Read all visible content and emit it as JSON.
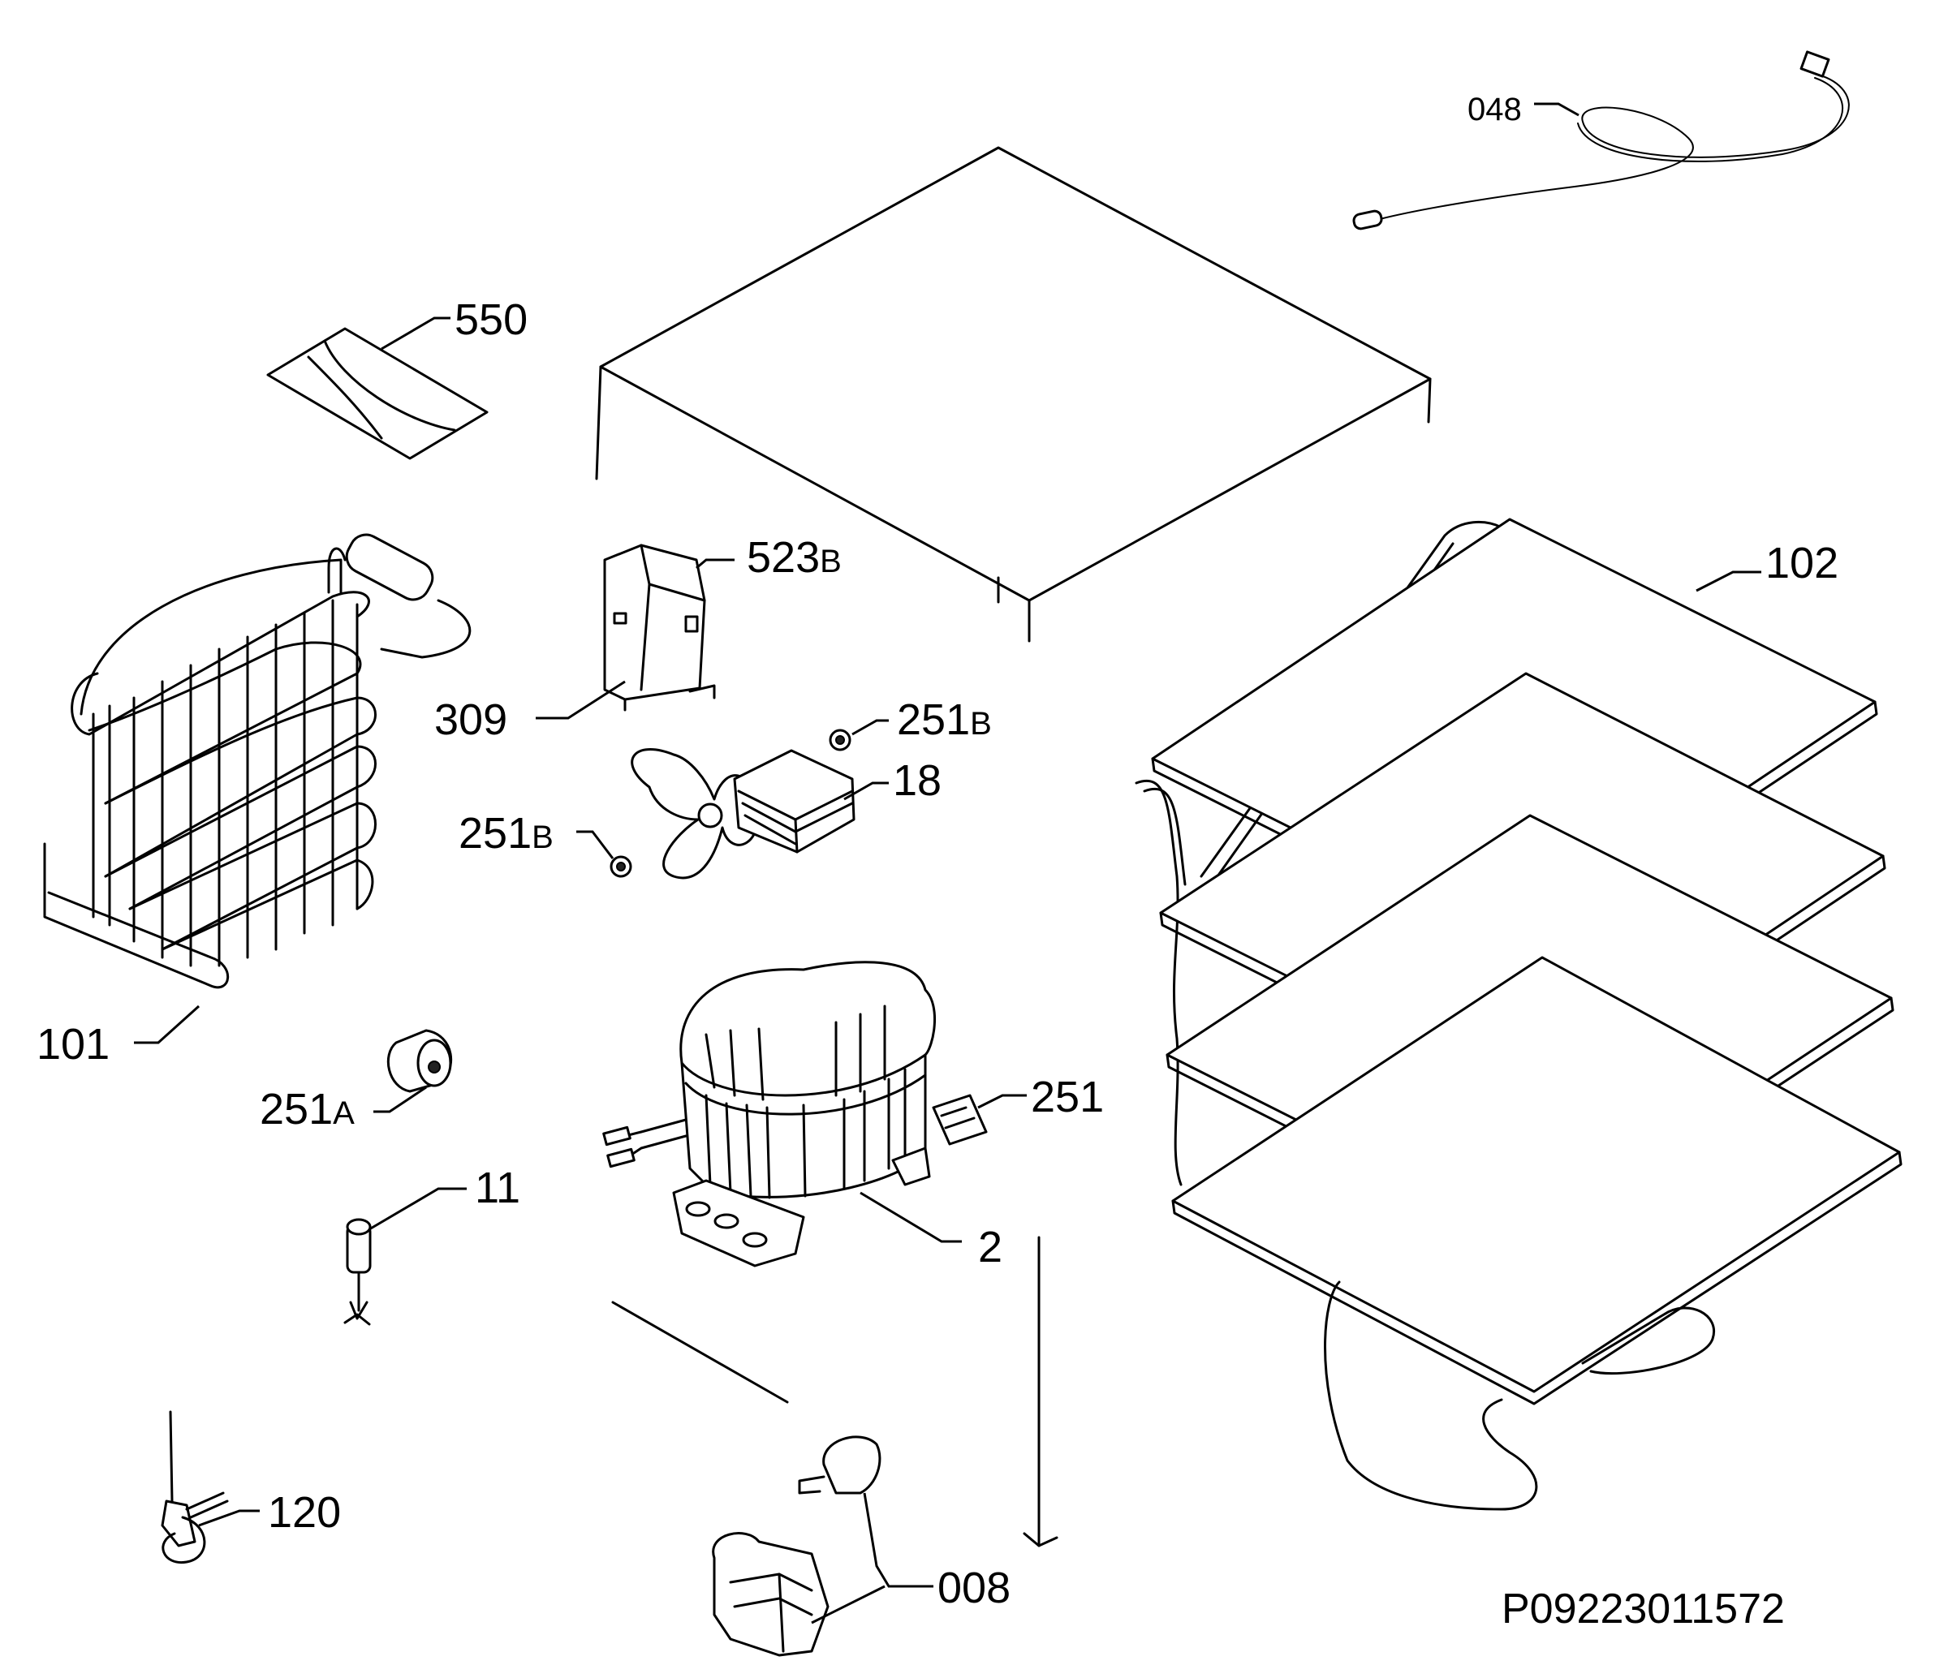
{
  "labels": {
    "p048": "048",
    "p550": "550",
    "p523": "523",
    "p523_suffix": "B",
    "p102": "102",
    "p309": "309",
    "p251b_right": "251",
    "p251b_right_suffix": "B",
    "p18": "18",
    "p251b_left": "251",
    "p251b_left_suffix": "B",
    "p101": "101",
    "p251a": "251",
    "p251a_suffix": "A",
    "p251": "251",
    "p11": "11",
    "p2": "2",
    "p120": "120",
    "p008": "008"
  },
  "drawing_code": "P09223011572"
}
